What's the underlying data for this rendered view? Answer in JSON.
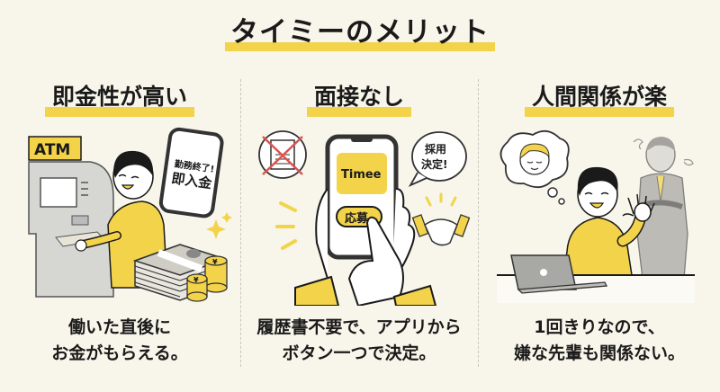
{
  "title": "タイミーのメリット",
  "colors": {
    "background": "#f8f5ea",
    "accent_yellow": "#f3d34a",
    "text": "#1a1a1a",
    "divider": "#c9c6bb",
    "cross_red": "#d9534f"
  },
  "columns": [
    {
      "heading": "即金性が高い",
      "illustration": {
        "atm_label": "ATM",
        "phone_line1": "勤務終了!",
        "phone_line2": "即入金",
        "icons": [
          "atm-icon",
          "person-icon",
          "smartphone-icon",
          "banknote-stack-icon",
          "yen-coin-icon",
          "sparkle-icon"
        ]
      },
      "description_line1": "働いた直後に",
      "description_line2": "お金がもらえる。"
    },
    {
      "heading": "面接なし",
      "illustration": {
        "app_name": "Timee",
        "apply_button": "応募",
        "bubble_line1": "採用",
        "bubble_line2": "決定!",
        "icons": [
          "resume-crossed-icon",
          "smartphone-icon",
          "hand-icon",
          "speech-bubble-icon",
          "handshake-icon"
        ]
      },
      "description_line1": "履歴書不要で、アプリから",
      "description_line2": "ボタン一つで決定。"
    },
    {
      "heading": "人間関係が楽",
      "illustration": {
        "icons": [
          "thought-bubble-icon",
          "person-icon",
          "laptop-icon",
          "angry-boss-icon"
        ]
      },
      "description_line1": "1回きりなので、",
      "description_line2": "嫌な先輩も関係ない。"
    }
  ]
}
